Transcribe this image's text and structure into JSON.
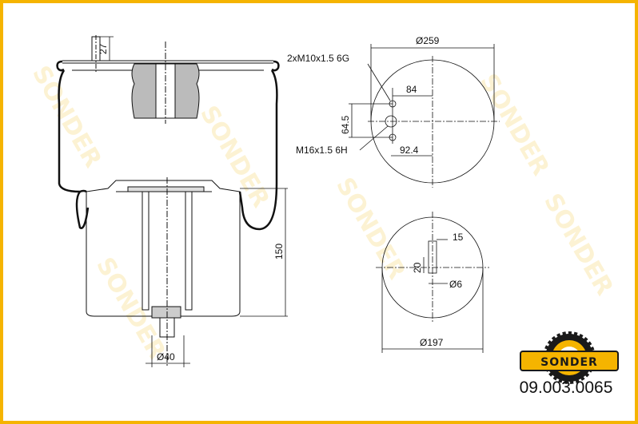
{
  "watermark_text": "SONDER",
  "brand": {
    "name": "SONDER",
    "color": "#f5b400",
    "dark": "#1a1a1a"
  },
  "part_number": "09.003.0065",
  "dimensions": {
    "stud_height": "27",
    "height": "150",
    "stud_dia": "Ø40",
    "top_plate_dia": "Ø259",
    "thread_pair": "2xM10x1.5 6G",
    "offset_84": "84",
    "offset_64_5": "64.5",
    "thread_center": "M16x1.5 6H",
    "offset_92_4": "92.4",
    "bottom_dia": "Ø197",
    "dim_15": "15",
    "dim_20": "20",
    "pin_dia": "Ø6"
  }
}
